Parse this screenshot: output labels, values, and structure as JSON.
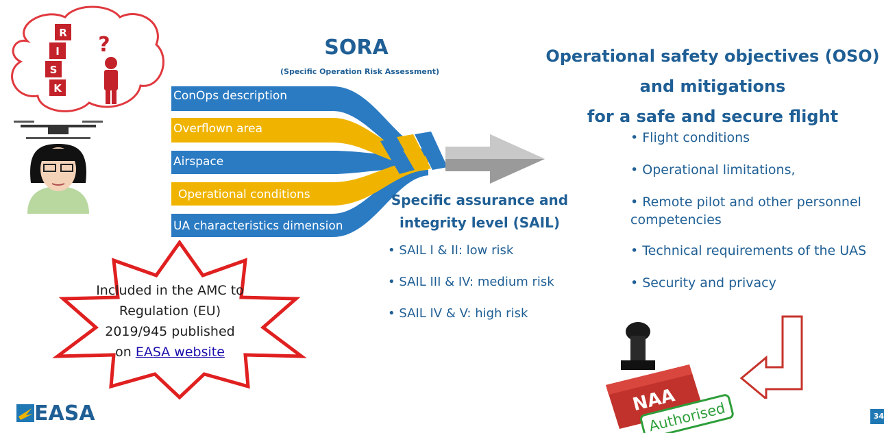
{
  "slide": {
    "title": "SORA",
    "subtitle": "(Specific Operation Risk Assessment)",
    "inputs": [
      {
        "label": "ConOps description",
        "color": "#2b7bc3"
      },
      {
        "label": "Overflown area",
        "color": "#f0b400"
      },
      {
        "label": "Airspace",
        "color": "#2b7bc3"
      },
      {
        "label": "Operational conditions",
        "color": "#f0b400"
      },
      {
        "label": "UA characteristics dimension",
        "color": "#2b7bc3"
      }
    ],
    "sail": {
      "heading_line1": "Specific assurance and",
      "heading_line2": "integrity level (SAIL)",
      "items": [
        "• SAIL I & II: low risk",
        "• SAIL III & IV: medium risk",
        "• SAIL IV & V: high risk"
      ]
    },
    "oso": {
      "heading_line1": "Operational safety objectives (OSO)",
      "heading_line2": "and mitigations",
      "heading_line3": "for a safe and secure flight",
      "items": [
        "• Flight conditions",
        "• Operational limitations,",
        "• Remote pilot and other personnel competencies",
        "• Technical requirements of the UAS",
        "• Security and privacy"
      ]
    },
    "risk_letters": [
      "R",
      "I",
      "S",
      "K"
    ],
    "star": {
      "line1": "Included in the AMC to",
      "line2": "Regulation (EU)",
      "line3": "2019/945 published",
      "line4_prefix": "on ",
      "link": "EASA website"
    },
    "stamp": {
      "label": "NAA",
      "badge": "Authorised"
    },
    "logo": "EASA",
    "page_number": "34",
    "colors": {
      "blue": "#1f5f95",
      "band_blue": "#2b7bc3",
      "band_yellow": "#f0b400",
      "star_red": "#e02020",
      "stamp_red": "#c0322b",
      "green": "#2e9e3a"
    }
  }
}
